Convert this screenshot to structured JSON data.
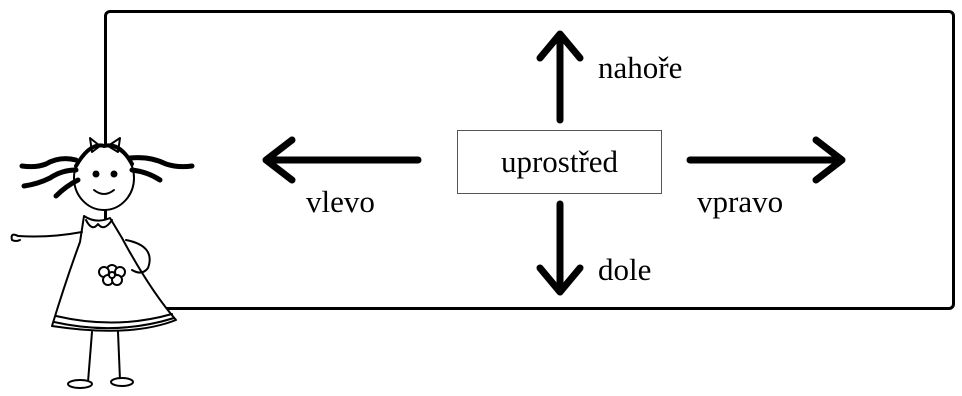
{
  "diagram": {
    "center_label": "uprostřed",
    "up_label": "nahoře",
    "down_label": "dole",
    "left_label": "vlevo",
    "right_label": "vpravo"
  },
  "illustration": {
    "subject": "girl-figure",
    "stroke_color": "#000000"
  }
}
